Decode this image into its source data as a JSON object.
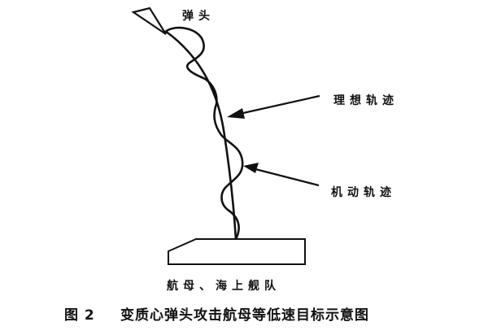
{
  "labels": {
    "warhead": "弹头",
    "ideal_trajectory": "理想轨迹",
    "maneuver_trajectory": "机动轨迹",
    "target": "航母、海上舰队"
  },
  "caption": {
    "figure_number": "图 2",
    "title": "变质心弹头攻击航母等低速目标示意图"
  }
}
